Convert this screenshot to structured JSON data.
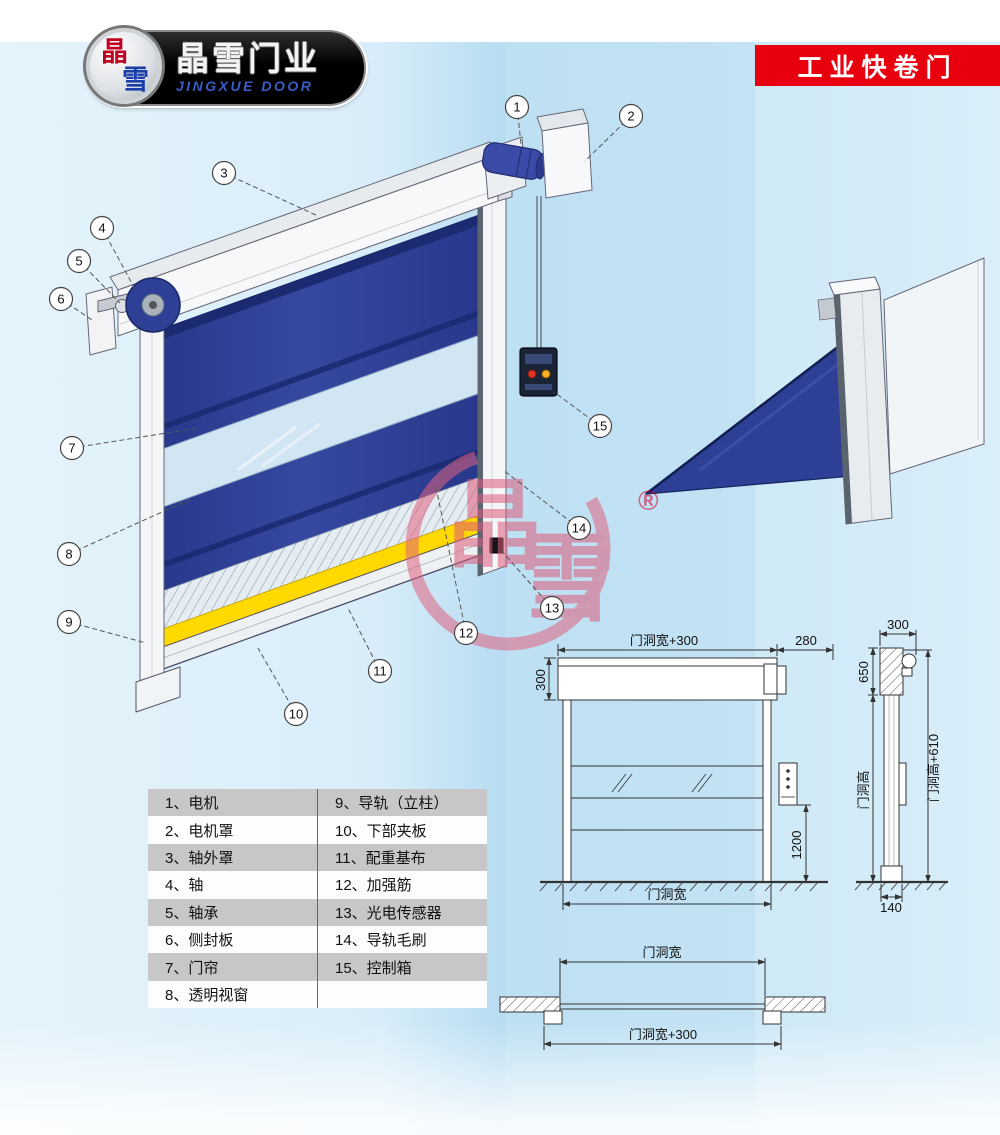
{
  "header": {
    "logo": {
      "badge_char_1": "晶",
      "badge_char_2": "雪",
      "company_cn": "晶雪门业",
      "company_en": "JINGXUE DOOR"
    },
    "banner": "工业快卷门"
  },
  "watermark": {
    "char_1": "晶",
    "char_2": "雪",
    "registered": "®"
  },
  "callouts": [
    "1",
    "2",
    "3",
    "4",
    "5",
    "6",
    "7",
    "8",
    "9",
    "10",
    "11",
    "12",
    "13",
    "14",
    "15"
  ],
  "parts_table": {
    "rows": [
      {
        "left": "1、电机",
        "right": "9、导轨（立柱）"
      },
      {
        "left": "2、电机罩",
        "right": "10、下部夹板"
      },
      {
        "left": "3、轴外罩",
        "right": "11、配重基布"
      },
      {
        "left": "4、轴",
        "right": "12、加强筋"
      },
      {
        "left": "5、轴承",
        "right": "13、光电传感器"
      },
      {
        "left": "6、侧封板",
        "right": "14、导轨毛刷"
      },
      {
        "left": "7、门帘",
        "right": "15、控制箱"
      },
      {
        "left": "8、透明视窗",
        "right": ""
      }
    ]
  },
  "dimensions": {
    "front": {
      "top_width": "门洞宽+300",
      "motor_side": "280",
      "header_height": "300",
      "control_height": "1200",
      "opening_width": "门洞宽"
    },
    "side": {
      "depth": "300",
      "header_height": "650",
      "opening_height": "门洞高",
      "total_height": "门洞高+610",
      "rail_depth": "140"
    },
    "plan": {
      "opening_width": "门洞宽",
      "total_width": "门洞宽+300"
    }
  },
  "colors": {
    "banner_red": "#e8000f",
    "curtain_blue": "#2e3f96",
    "warning_yellow": "#ffd900",
    "watermark_pink": "#dc5a78"
  }
}
